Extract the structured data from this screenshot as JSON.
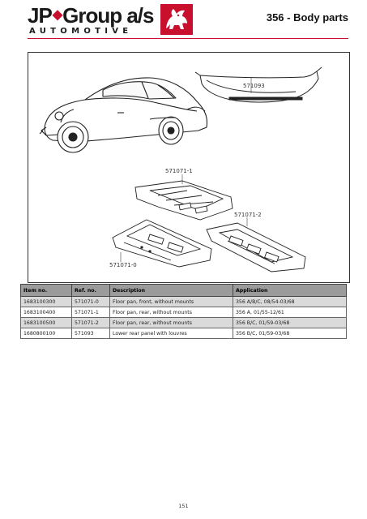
{
  "header": {
    "brand": "JP·Group a/s",
    "brand_main_left": "JP",
    "brand_main_right": "Group a/s",
    "brand_sub": "AUTOMOTIVE",
    "page_title": "356 - Body parts",
    "colors": {
      "accent": "#c8102e",
      "text": "#1a1a1a"
    }
  },
  "figure": {
    "callouts": {
      "c1": "571093",
      "c2": "571071-1",
      "c3": "571071-2",
      "c4": "571071-0"
    }
  },
  "table": {
    "headers": [
      "Item no.",
      "Ref. no.",
      "Description",
      "Application"
    ],
    "rows": [
      [
        "1683100300",
        "571071-0",
        "Floor pan, front, without mounts",
        "356 A/B/C, 08/54-03/68"
      ],
      [
        "1683100400",
        "571071-1",
        "Floor pan, rear, without mounts",
        "356 A, 01/55-12/61"
      ],
      [
        "1683100500",
        "571071-2",
        "Floor pan, rear, without mounts",
        "356 B/C, 01/59-03/68"
      ],
      [
        "1680800100",
        "571093",
        "Lower rear panel with louvres",
        "356 B/C, 01/59-03/68"
      ]
    ],
    "colors": {
      "header_bg": "#9b9b9b",
      "stripe": "#dadada"
    }
  },
  "footer": {
    "page_number": "151"
  }
}
